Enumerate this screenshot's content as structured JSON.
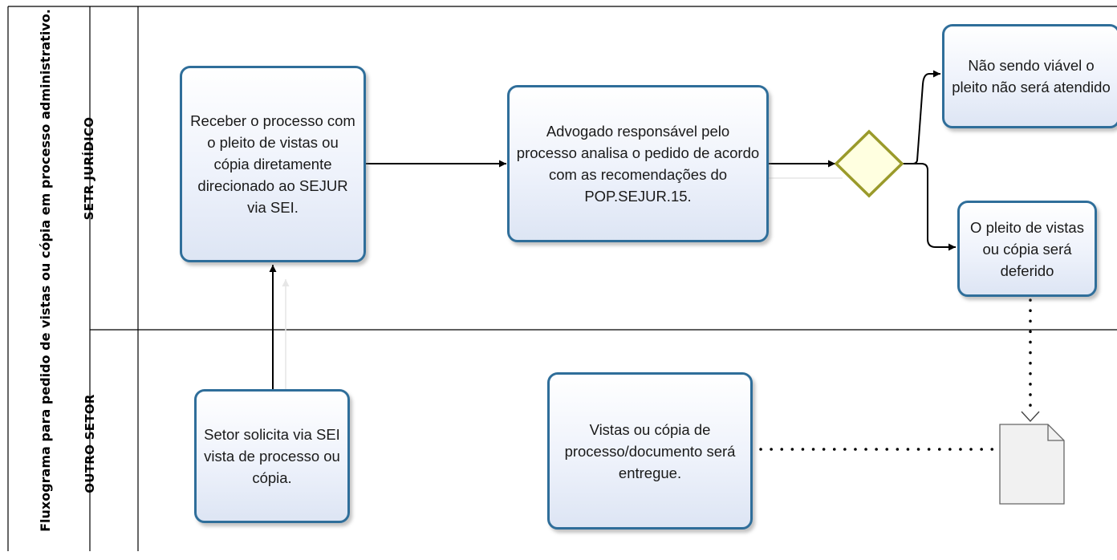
{
  "pool": {
    "title": "Fluxograma para pedido de vistas ou cópia em processo administrativo."
  },
  "lanes": {
    "top": "SETR JURÍDICO",
    "bottom": "OUTRO SETOR"
  },
  "tasks": {
    "receber": "Receber o processo com o pleito de vistas ou cópia diretamente direcionado ao SEJUR via SEI.",
    "advogado": "Advogado responsável pelo processo analisa o pedido de acordo com as recomendações do POP.SEJUR.15.",
    "nao_viavel": "Não sendo viável o pleito não será atendido",
    "deferido": "O pleito de vistas ou cópia será deferido",
    "setor_solicita": "Setor solicita via SEI vista de processo ou cópia.",
    "vistas_entregue": "Vistas ou cópia de processo/documento será entregue."
  },
  "gateway": {
    "type": "exclusive",
    "color": "#e8e8a8",
    "border": "#9a9a2a"
  },
  "artifact": {
    "type": "document"
  },
  "colors": {
    "task_border": "#2f6e9a",
    "task_fill": "#eef2fb",
    "line": "#000000"
  }
}
